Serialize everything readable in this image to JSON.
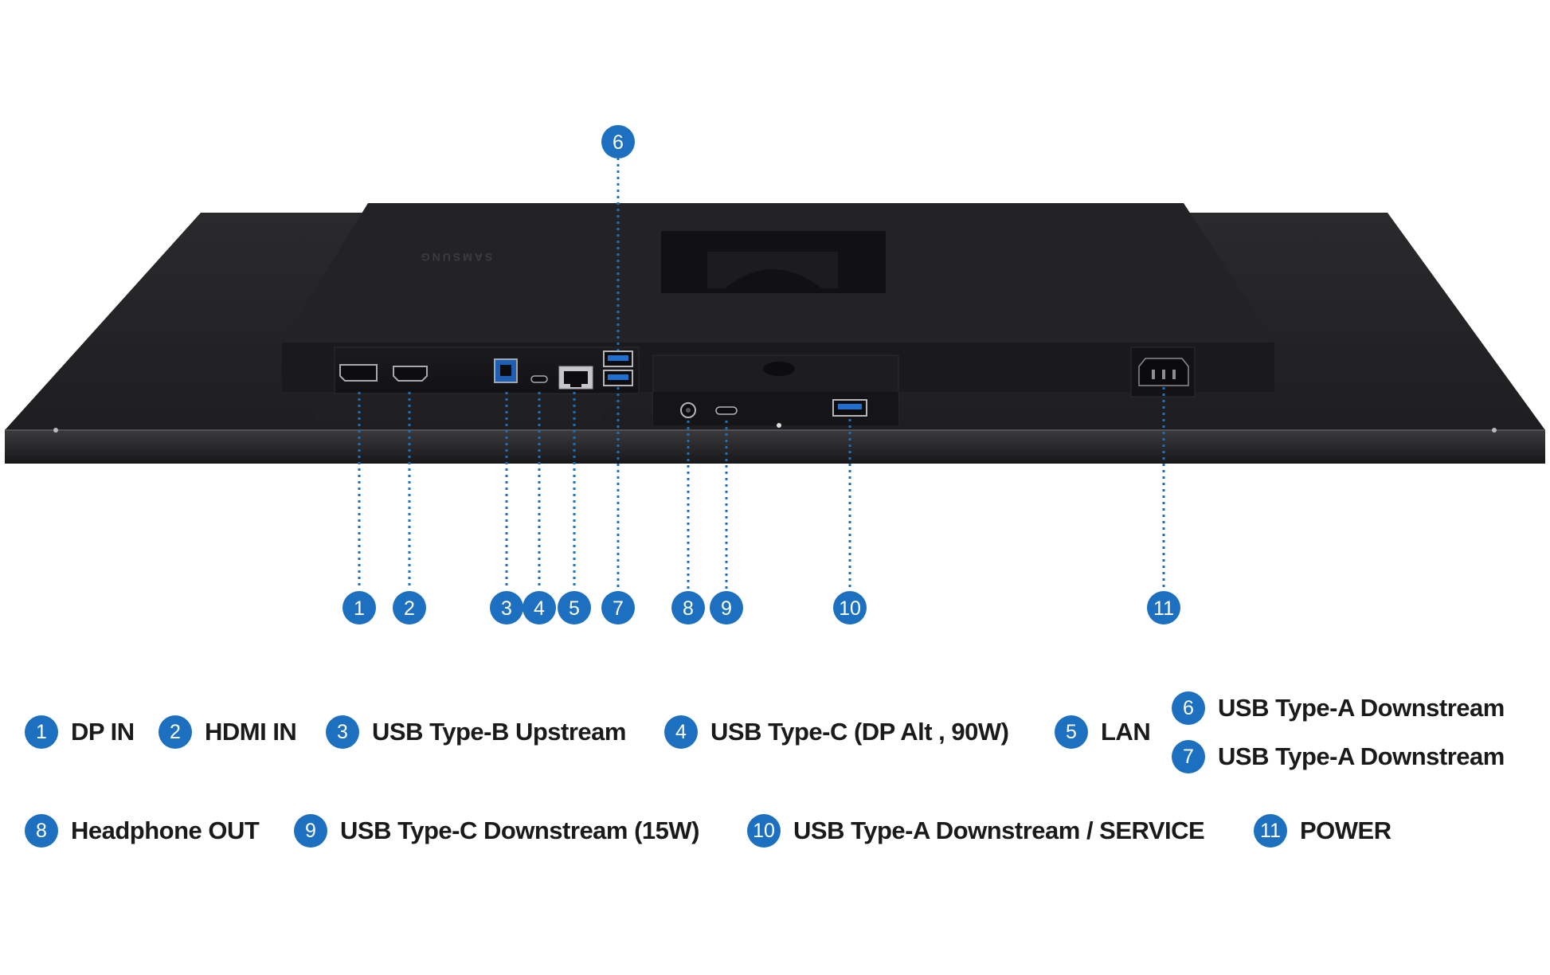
{
  "brand_text": "SAMSUNG",
  "callouts": [
    {
      "num": "1",
      "label": "DP IN"
    },
    {
      "num": "2",
      "label": "HDMI IN"
    },
    {
      "num": "3",
      "label": "USB Type-B Upstream"
    },
    {
      "num": "4",
      "label": "USB Type-C (DP Alt , 90W)"
    },
    {
      "num": "5",
      "label": "LAN"
    },
    {
      "num": "6",
      "label": "USB Type-A Downstream"
    },
    {
      "num": "7",
      "label": "USB Type-A Downstream"
    },
    {
      "num": "8",
      "label": "Headphone OUT"
    },
    {
      "num": "9",
      "label": "USB Type-C Downstream (15W)"
    },
    {
      "num": "10",
      "label": "USB Type-A Downstream / SERVICE"
    },
    {
      "num": "11",
      "label": "POWER"
    }
  ],
  "colors": {
    "accent": "#1d6fbf",
    "body": "#1e1e20",
    "panel": "#151517",
    "label": "#1a1a1a"
  }
}
